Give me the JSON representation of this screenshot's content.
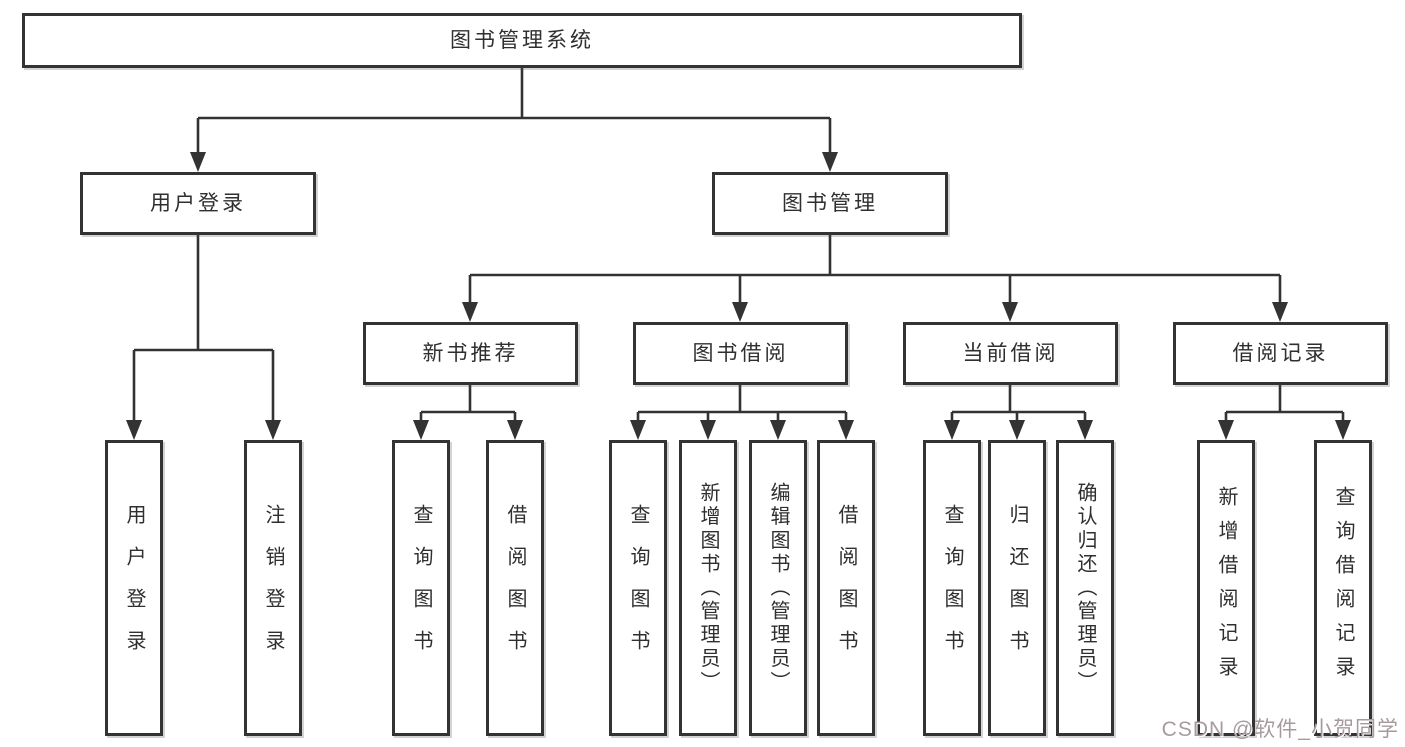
{
  "diagram": {
    "root": {
      "label": "图书管理系统"
    },
    "level2": {
      "user_login": {
        "label": "用户登录"
      },
      "book_mgmt": {
        "label": "图书管理"
      }
    },
    "level3": {
      "new_book_rec": {
        "label": "新书推荐"
      },
      "book_borrowing": {
        "label": "图书借阅"
      },
      "current_borrowing": {
        "label": "当前借阅"
      },
      "borrowing_records": {
        "label": "借阅记录"
      }
    },
    "leaves": {
      "user_login": [
        "用户登录",
        "注销登录"
      ],
      "new_book_rec": [
        "查询图书",
        "借阅图书"
      ],
      "book_borrowing": [
        "查询图书",
        "新增图书（管理员）",
        "编辑图书（管理员）",
        "借阅图书"
      ],
      "current_borrowing": [
        "查询图书",
        "归还图书",
        "确认归还（管理员）"
      ],
      "borrowing_records": [
        "新增借阅记录",
        "查询借阅记录"
      ]
    }
  },
  "watermark": {
    "text": "CSDN @软件_小贺同学"
  },
  "colors": {
    "line": "#333333",
    "box_border": "#333333",
    "box_fill": "#ffffff",
    "text": "#2f2f2f",
    "watermark": "#a79a9c",
    "background": "#ffffff"
  }
}
